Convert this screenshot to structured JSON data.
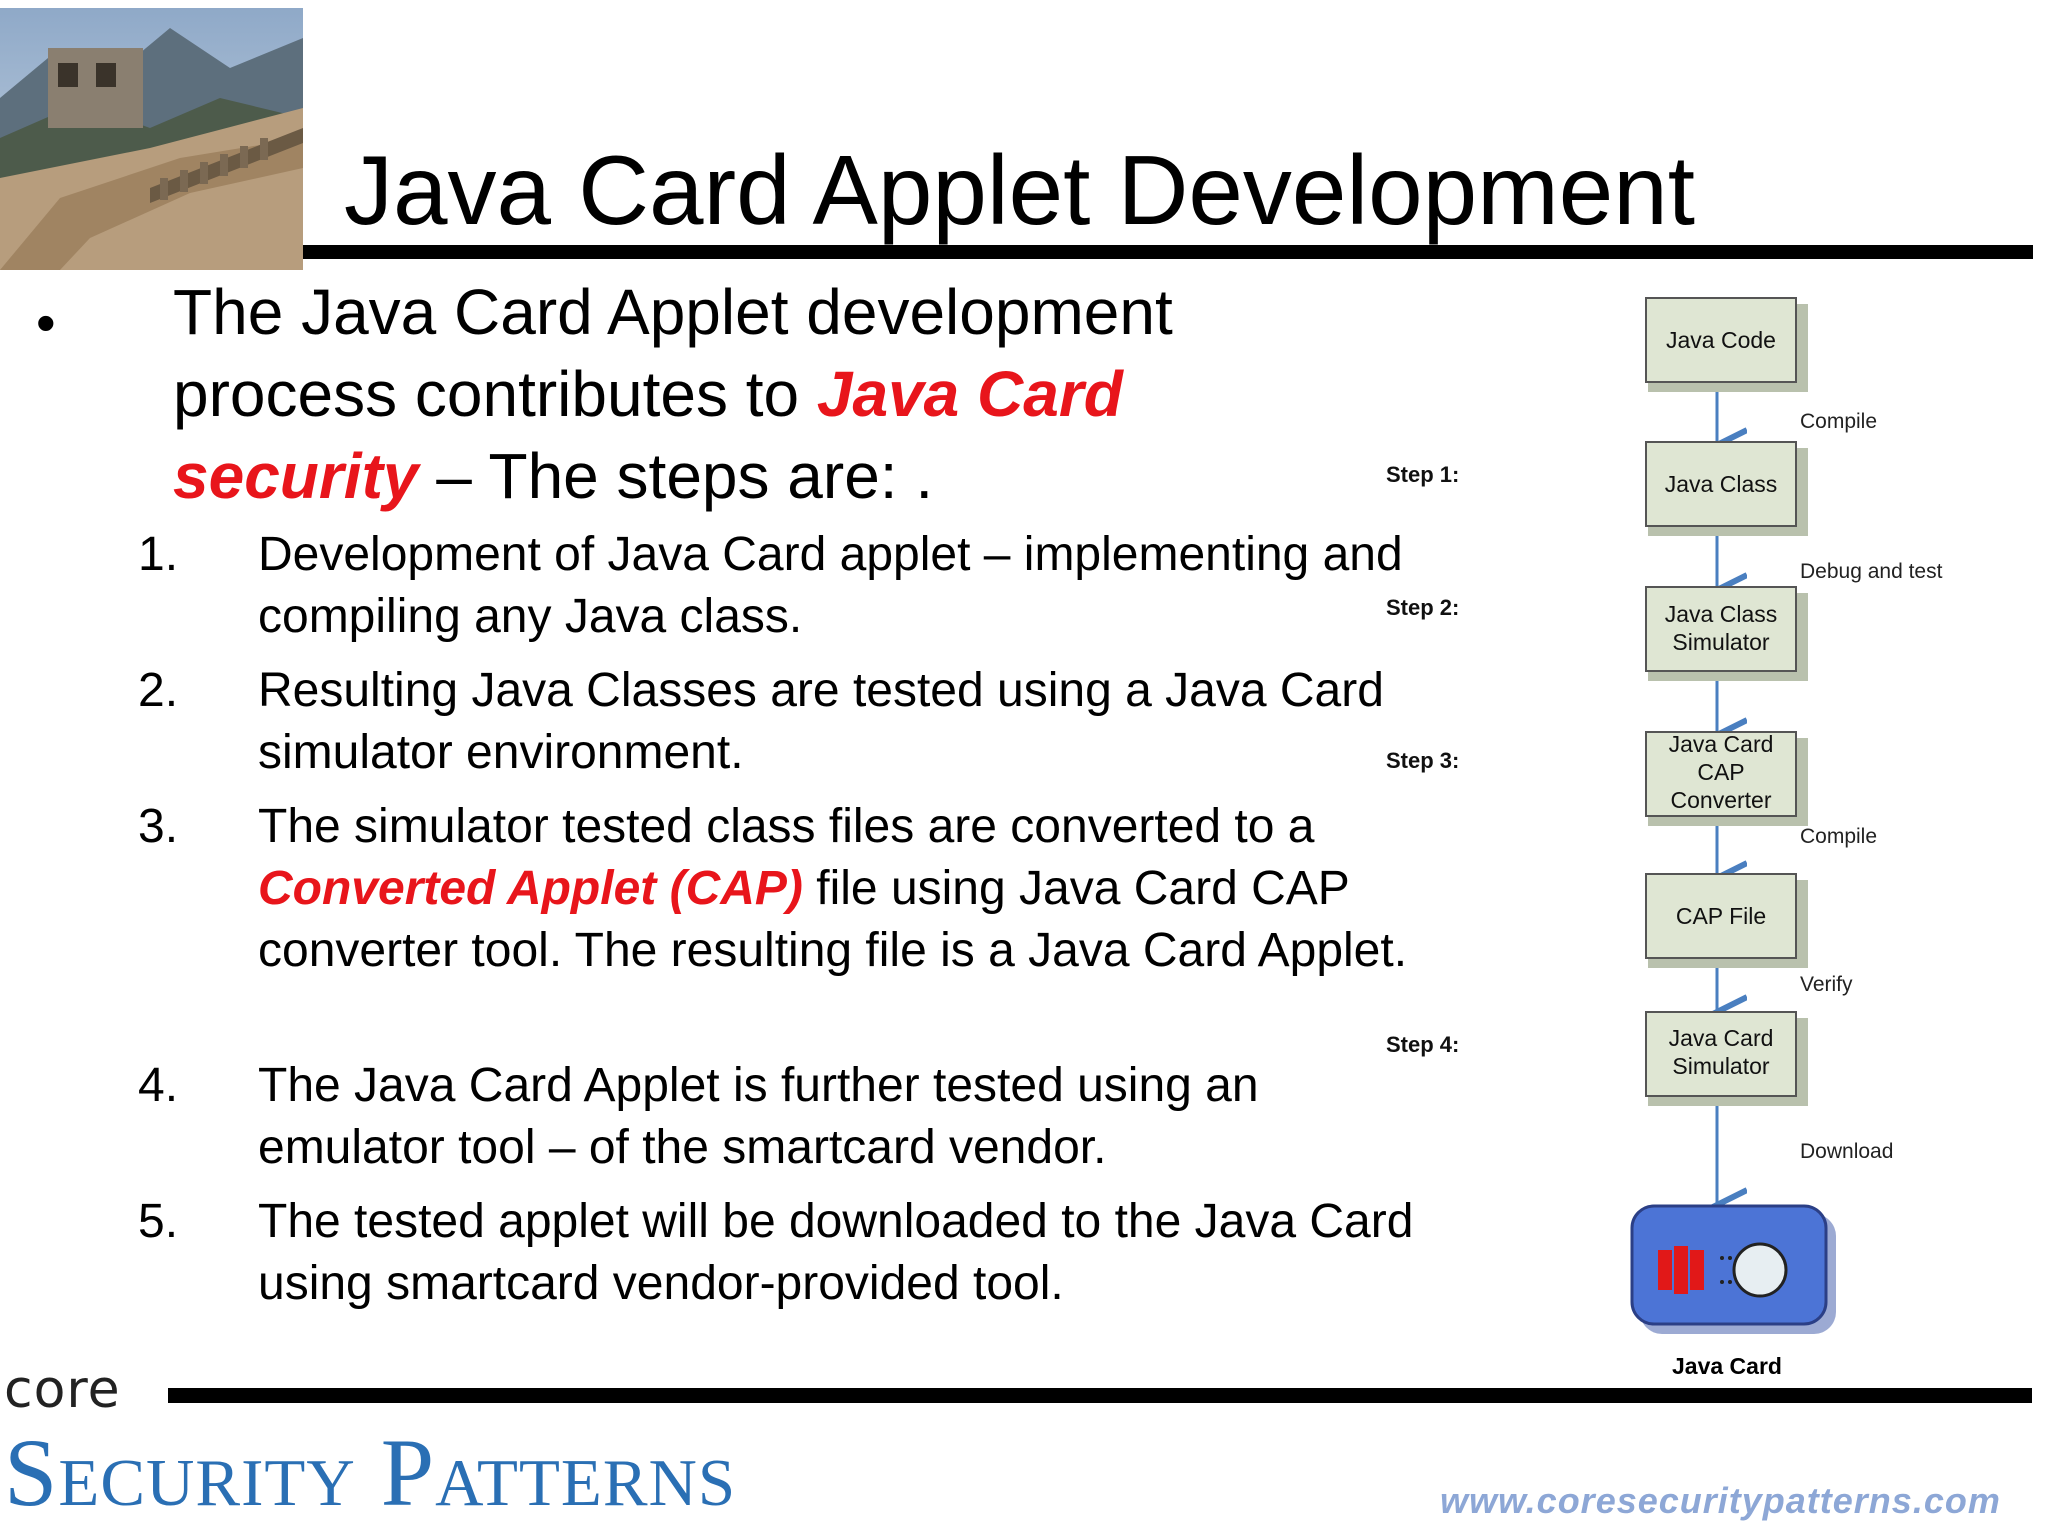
{
  "title": "Java Card Applet Development",
  "intro": {
    "bullet": "•",
    "text_before": "The Java Card Applet development process contributes to ",
    "highlight": "Java Card security",
    "text_after": " – The steps are: ."
  },
  "steps": [
    {
      "number": "1.",
      "text": "Development of Java Card applet – implementing and compiling any Java class."
    },
    {
      "number": "2.",
      "text": "Resulting Java Classes are tested using a Java Card simulator environment."
    },
    {
      "number": "3.",
      "text_before": "The simulator tested class files are converted to a ",
      "highlight": "Converted Applet (CAP)",
      "text_after": " file using Java Card CAP converter tool. The resulting file is a Java Card Applet."
    },
    {
      "number": "4.",
      "text": "The Java Card Applet is further tested using an emulator tool – of the smartcard vendor."
    },
    {
      "number": "5.",
      "text": "The tested applet will be downloaded to the Java Card using smartcard vendor-provided tool."
    }
  ],
  "diagram": {
    "step_labels": [
      "Step 1:",
      "Step 2:",
      "Step 3:",
      "Step 4:"
    ],
    "boxes": [
      "Java Code",
      "Java Class",
      "Java Class Simulator",
      "Java Card CAP Converter",
      "CAP File",
      "Java Card Simulator"
    ],
    "edge_labels": [
      "Compile",
      "Debug and test",
      "Compile",
      "Verify",
      "Download"
    ],
    "card_caption": "Java Card"
  },
  "footer": {
    "core": "core",
    "brand": "Security Patterns",
    "url": "www.coresecuritypatterns.com"
  },
  "colors": {
    "highlight_red": "#e8151b",
    "box_fill": "#dfe6d3",
    "arrow_blue": "#4a7fc0",
    "card_blue": "#4c74d6",
    "brand_blue": "#2a6fb4"
  }
}
